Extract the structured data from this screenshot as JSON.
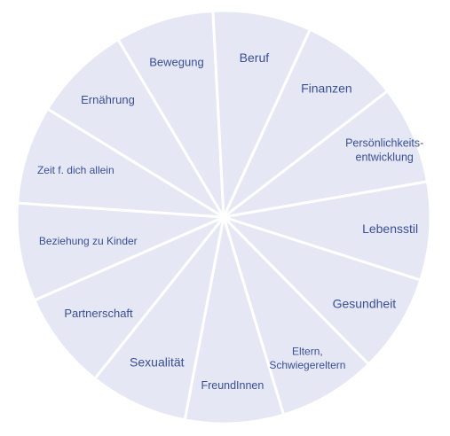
{
  "colors": {
    "segment_fill": "#e5e8f4",
    "separator": "#ffffff",
    "label_text": "#3a4f95",
    "background": "#ffffff"
  },
  "segments": [
    {
      "lines": [
        "Beruf"
      ]
    },
    {
      "lines": [
        "Finanzen"
      ]
    },
    {
      "lines": [
        "Persönlichkeits-",
        "entwicklung"
      ]
    },
    {
      "lines": [
        "Lebensstil"
      ]
    },
    {
      "lines": [
        "Gesundheit"
      ]
    },
    {
      "lines": [
        "Eltern,",
        "Schwiegereltern"
      ]
    },
    {
      "lines": [
        "FreundInnen"
      ]
    },
    {
      "lines": [
        "Sexualität"
      ]
    },
    {
      "lines": [
        "Partnerschaft"
      ]
    },
    {
      "lines": [
        "Beziehung zu Kinder"
      ]
    },
    {
      "lines": [
        "Zeit f. dich allein"
      ]
    },
    {
      "lines": [
        "Ernährung"
      ]
    },
    {
      "lines": [
        "Bewegung"
      ]
    }
  ]
}
